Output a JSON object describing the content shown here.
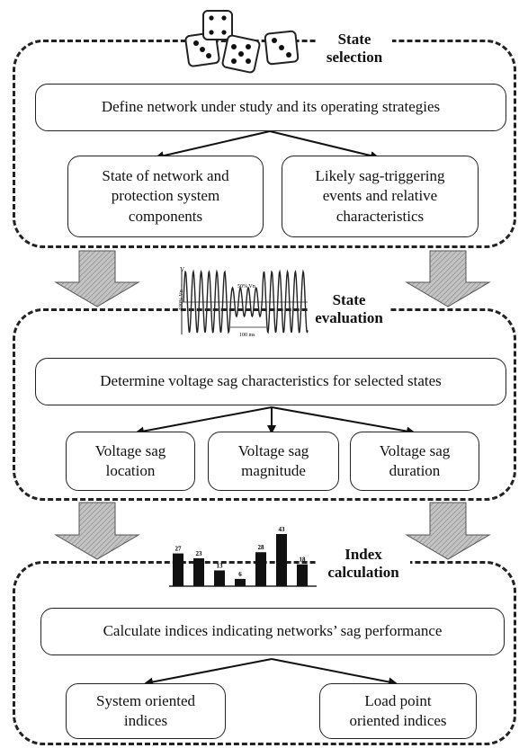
{
  "stages": [
    {
      "title": "State selection",
      "title_lines": [
        "State",
        "selection"
      ],
      "main_box": "Define network under study and its operating strategies",
      "sub_boxes": [
        [
          "State of network and",
          "protection system",
          "components"
        ],
        [
          "Likely sag-triggering",
          "events and relative",
          "characteristics"
        ]
      ]
    },
    {
      "title": "State evaluation",
      "title_lines": [
        "State",
        "evaluation"
      ],
      "main_box": "Determine voltage sag characteristics for selected states",
      "sub_boxes": [
        [
          "Voltage sag",
          "location"
        ],
        [
          "Voltage sag",
          "magnitude"
        ],
        [
          "Voltage sag",
          "duration"
        ]
      ]
    },
    {
      "title": "Index calculation",
      "title_lines": [
        "Index",
        "calculation"
      ],
      "main_box": "Calculate indices indicating networks’ sag performance",
      "sub_boxes": [
        [
          "System oriented",
          "indices"
        ],
        [
          "Load point",
          "oriented indices"
        ]
      ]
    }
  ],
  "waveform_labels": {
    "vertical": "100% Vn",
    "dip": "50% Vn",
    "duration": "100 ms",
    "axis": "V"
  },
  "bar_chart": {
    "values": [
      27,
      23,
      13,
      6,
      28,
      43,
      18
    ]
  },
  "colors": {
    "line": "#222222",
    "arrow_fill": "#b8b8b8",
    "arrow_hatch": "#7a7a7a",
    "bar": "#111111"
  }
}
